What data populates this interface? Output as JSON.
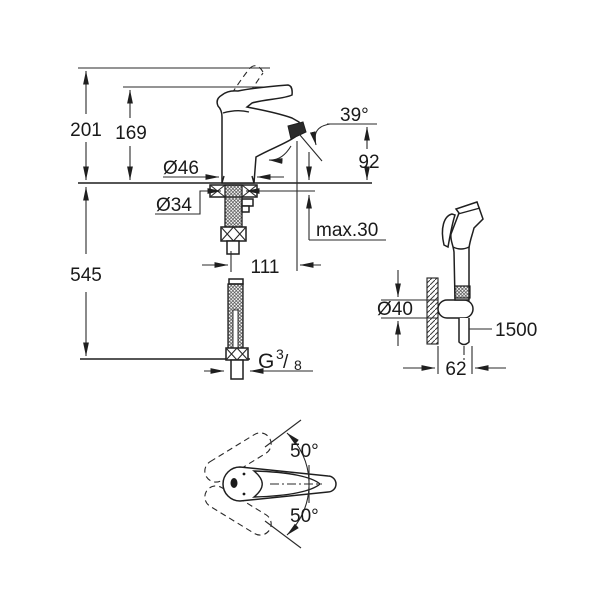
{
  "drawing": {
    "front_view": {
      "height_total": "201",
      "height_to_lever": "169",
      "height_below_counter": "545",
      "base_diameter": "Ø46",
      "shank_diameter": "Ø34",
      "spray_angle": "39°",
      "spout_outlet_height": "92",
      "max_counter_thickness": "max.30",
      "spout_projection": "111",
      "thread_g": "G",
      "thread_numerator": "3",
      "thread_slash": "/",
      "thread_denominator": "8"
    },
    "shower_view": {
      "escutcheon_diameter": "Ø40",
      "hose_length": "1500",
      "wall_distance": "62"
    },
    "top_view": {
      "swing_upper": "50°",
      "swing_lower": "50°"
    }
  }
}
